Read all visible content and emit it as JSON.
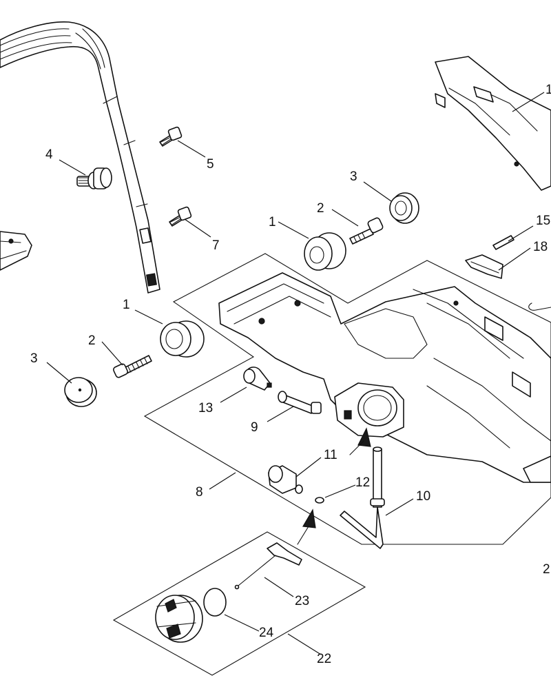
{
  "callouts": {
    "c1_left": "1",
    "c1_upper": "1",
    "c2_left": "2",
    "c2_upper": "2",
    "c3_left": "3",
    "c3_upper": "3",
    "c4": "4",
    "c5": "5",
    "c7": "7",
    "c8": "8",
    "c9": "9",
    "c10": "10",
    "c11": "11",
    "c12": "12",
    "c13": "13",
    "c15": "15",
    "c18": "18",
    "c22": "22",
    "c23": "23",
    "c24": "24",
    "c_top_right_partial": "1",
    "c_right_partial": "2"
  },
  "colors": {
    "line": "#111111",
    "background": "#ffffff"
  }
}
